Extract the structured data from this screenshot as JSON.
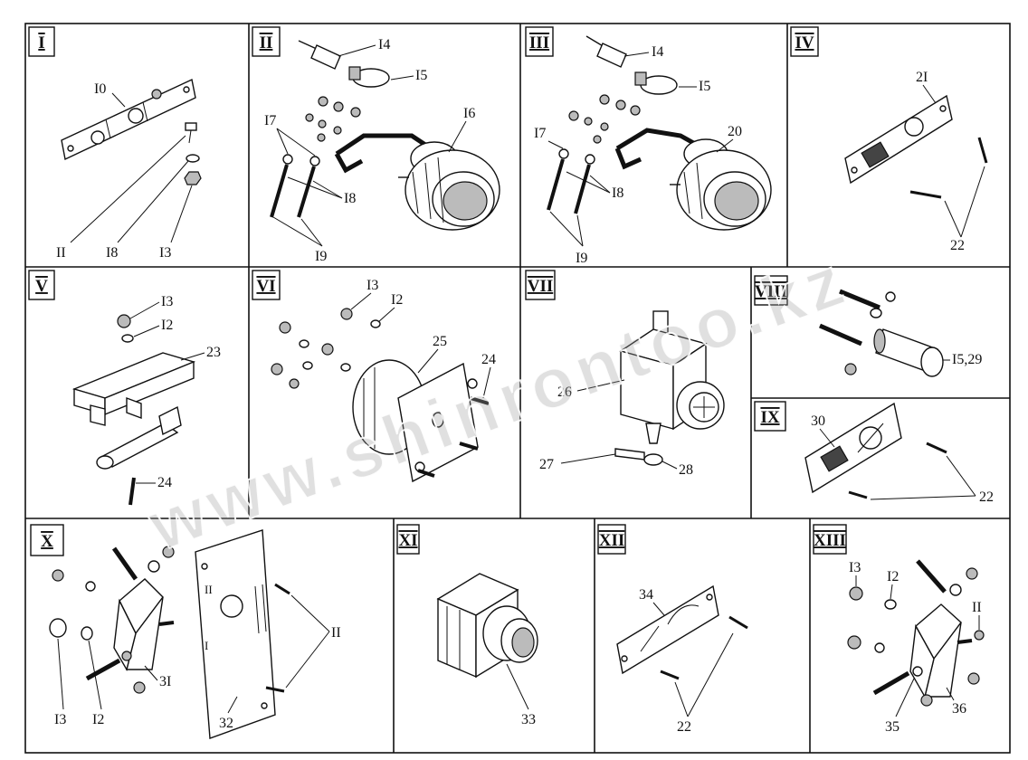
{
  "watermark": "www.shinrontoo.kz",
  "panels": [
    {
      "id": "p1",
      "roman": "I",
      "labels": [
        {
          "t": "I0"
        },
        {
          "t": "II"
        },
        {
          "t": "I8"
        },
        {
          "t": "I3"
        }
      ]
    },
    {
      "id": "p2",
      "roman": "II",
      "labels": [
        {
          "t": "I4"
        },
        {
          "t": "I5"
        },
        {
          "t": "I6"
        },
        {
          "t": "I7"
        },
        {
          "t": "I8"
        },
        {
          "t": "I9"
        }
      ]
    },
    {
      "id": "p3",
      "roman": "III",
      "labels": [
        {
          "t": "I4"
        },
        {
          "t": "I5"
        },
        {
          "t": "20"
        },
        {
          "t": "I7"
        },
        {
          "t": "I8"
        },
        {
          "t": "I9"
        }
      ]
    },
    {
      "id": "p4",
      "roman": "IV",
      "labels": [
        {
          "t": "2I"
        },
        {
          "t": "22"
        }
      ]
    },
    {
      "id": "p5",
      "roman": "V",
      "labels": [
        {
          "t": "I3"
        },
        {
          "t": "I2"
        },
        {
          "t": "23"
        },
        {
          "t": "24"
        }
      ]
    },
    {
      "id": "p6",
      "roman": "VI",
      "labels": [
        {
          "t": "I3"
        },
        {
          "t": "I2"
        },
        {
          "t": "25"
        },
        {
          "t": "24"
        }
      ]
    },
    {
      "id": "p7",
      "roman": "VII",
      "labels": [
        {
          "t": "26"
        },
        {
          "t": "27"
        },
        {
          "t": "28"
        }
      ]
    },
    {
      "id": "p8",
      "roman": "VIII",
      "labels": [
        {
          "t": "I5,29"
        }
      ]
    },
    {
      "id": "p9",
      "roman": "IX",
      "labels": [
        {
          "t": "30"
        },
        {
          "t": "22"
        }
      ]
    },
    {
      "id": "p10",
      "roman": "X",
      "labels": [
        {
          "t": "3I"
        },
        {
          "t": "II"
        },
        {
          "t": "32"
        },
        {
          "t": "I3"
        },
        {
          "t": "I2"
        }
      ]
    },
    {
      "id": "p11",
      "roman": "XI",
      "labels": [
        {
          "t": "33"
        }
      ]
    },
    {
      "id": "p12",
      "roman": "XII",
      "labels": [
        {
          "t": "34"
        },
        {
          "t": "22"
        }
      ]
    },
    {
      "id": "p13",
      "roman": "XIII",
      "labels": [
        {
          "t": "I3"
        },
        {
          "t": "I2"
        },
        {
          "t": "II"
        },
        {
          "t": "36"
        },
        {
          "t": "35"
        }
      ]
    }
  ]
}
